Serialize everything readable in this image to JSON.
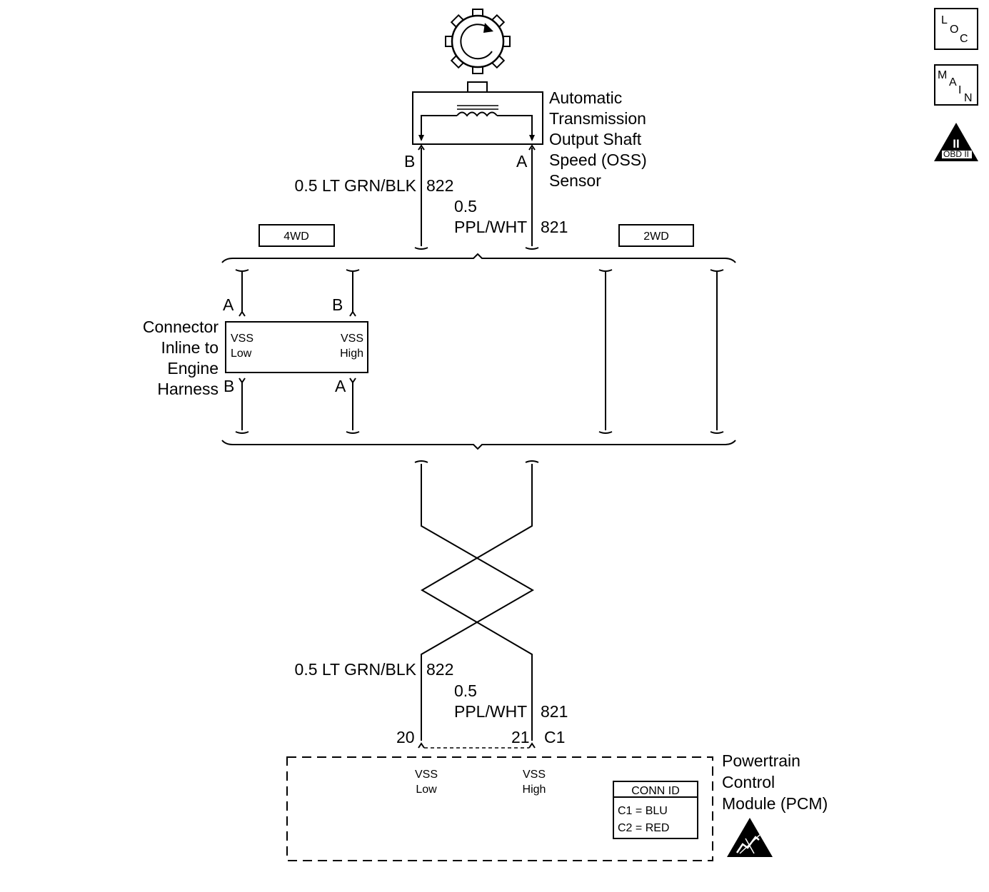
{
  "loc_badge": {
    "letters": [
      "L",
      "O",
      "C"
    ]
  },
  "main_badge": {
    "letters": [
      "M",
      "A",
      "I",
      "N"
    ]
  },
  "obd_badge": {
    "numeral": "II",
    "text": "OBD II"
  },
  "sensor": {
    "name_lines": [
      "Automatic",
      "Transmission",
      "Output Shaft",
      "Speed (OSS)",
      "Sensor"
    ],
    "pin_b": "B",
    "pin_a": "A"
  },
  "wire_top": {
    "w822_label": "0.5 LT GRN/BLK",
    "w822_circuit": "822",
    "w821_size": "0.5",
    "w821_color": "PPL/WHT",
    "w821_circuit": "821"
  },
  "option_4wd": "4WD",
  "option_2wd": "2WD",
  "inline_connector": {
    "name_lines": [
      "Connector",
      "Inline to",
      "Engine",
      "Harness"
    ],
    "top_pin_left": "A",
    "top_pin_right": "B",
    "bottom_pin_left": "B",
    "bottom_pin_right": "A",
    "left_label": [
      "VSS",
      "Low"
    ],
    "right_label": [
      "VSS",
      "High"
    ]
  },
  "wire_bottom": {
    "w822_label": "0.5 LT GRN/BLK",
    "w822_circuit": "822",
    "w821_size": "0.5",
    "w821_color": "PPL/WHT",
    "w821_circuit": "821"
  },
  "pcm": {
    "pin_left": "20",
    "pin_right": "21",
    "connector": "C1",
    "name_lines": [
      "Powertrain",
      "Control",
      "Module (PCM)"
    ],
    "vss_low": [
      "VSS",
      "Low"
    ],
    "vss_high": [
      "VSS",
      "High"
    ],
    "conn_id": {
      "title": "CONN ID",
      "rows": [
        "C1 = BLU",
        "C2 = RED"
      ]
    }
  }
}
